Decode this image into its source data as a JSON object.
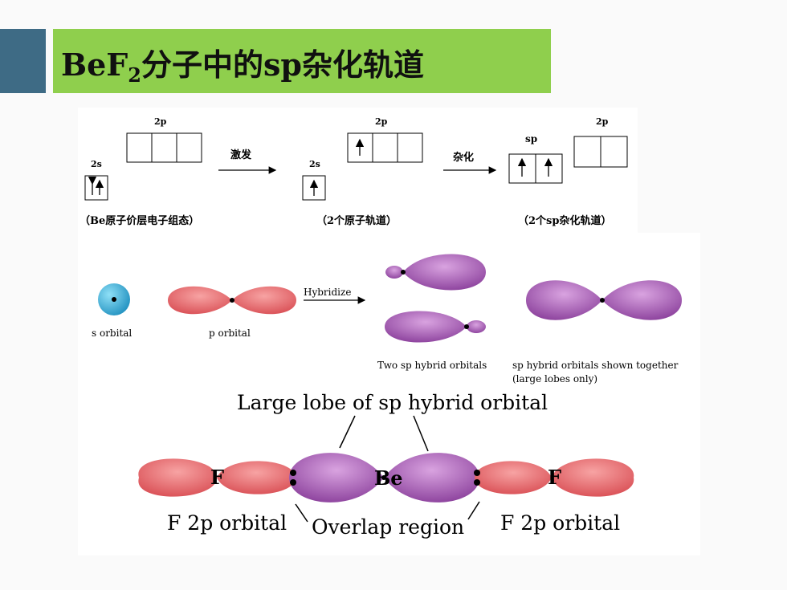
{
  "slide": {
    "title_pre": "BeF",
    "title_sub": "2",
    "title_post": "分子中的sp杂化轨道"
  },
  "config_panel": {
    "be_2s_label": "2s",
    "be_2p_label": "2p",
    "excite_label": "激发",
    "exc_2s_label": "2s",
    "exc_2p_label": "2p",
    "hybridize_label": "杂化",
    "sp_label": "sp",
    "hyb_2p_label": "2p",
    "caption_ground": "（Be原子价层电子组态）",
    "caption_atomic": "（2个原子轨道）",
    "caption_hybrid": "（2个sp杂化轨道）"
  },
  "orbital_panel": {
    "hybridize_label": "Hybridize",
    "s_orbital_label": "s orbital",
    "p_orbital_label": "p orbital",
    "two_sp_label": "Two sp hybrid orbitals",
    "sp_together_line1": "sp hybrid orbitals shown together",
    "sp_together_line2": "(large lobes only)"
  },
  "bef2_panel": {
    "large_lobe_label": "Large lobe of sp hybrid orbital",
    "f_left": "F",
    "be": "Be",
    "f_right": "F",
    "f2p_left": "F 2p orbital",
    "overlap": "Overlap region",
    "f2p_right": "F 2p orbital"
  },
  "colors": {
    "accent_block": "#3e6b85",
    "title_bar": "#8fcf4d",
    "s_orbital": "#35a9d6",
    "p_orbital": "#e86668",
    "sp_hybrid": "#9e4fae"
  }
}
